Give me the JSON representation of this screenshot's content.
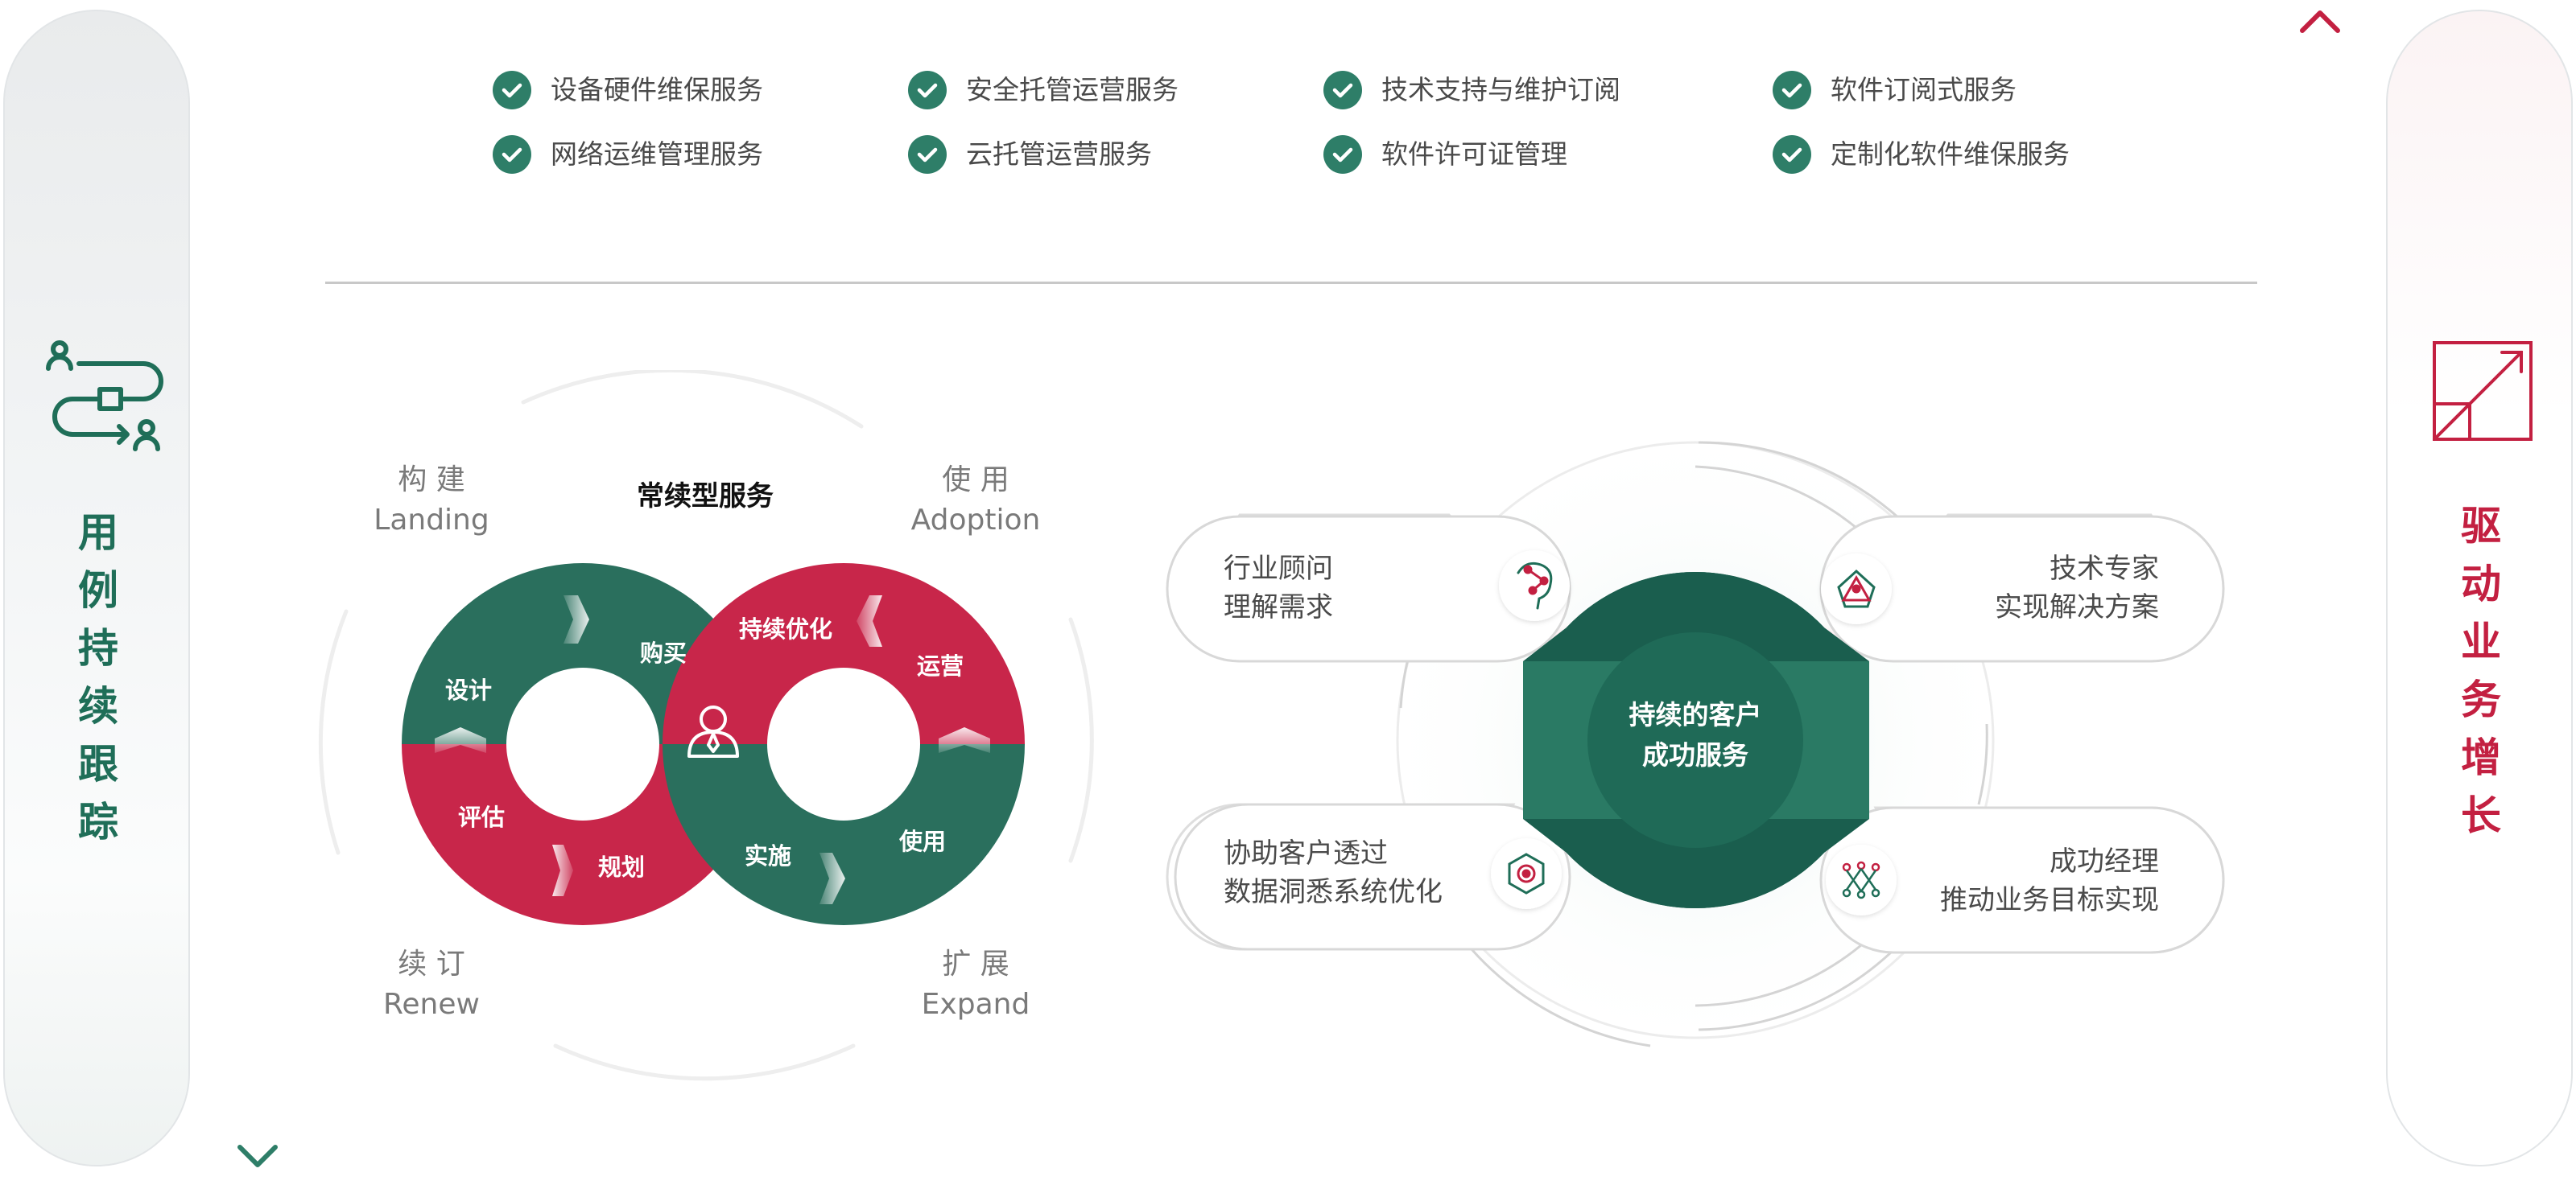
{
  "left_panel": {
    "title": [
      "用",
      "例",
      "持",
      "续",
      "跟",
      "踪"
    ],
    "icon": "workflow-users-icon",
    "color": "#1f6e58"
  },
  "right_panel": {
    "title": [
      "驱",
      "动",
      "业",
      "务",
      "增",
      "长"
    ],
    "icon": "growth-arrow-icon",
    "color": "#c32041"
  },
  "services": [
    [
      "设备硬件维保服务",
      "网络运维管理服务"
    ],
    [
      "安全托管运营服务",
      "云托管运营服务"
    ],
    [
      "技术支持与维护订阅",
      "软件许可证管理"
    ],
    [
      "软件订阅式服务",
      "定制化软件维保服务"
    ]
  ],
  "lifecycle": {
    "title": "常续型服务",
    "corners": {
      "top_left": {
        "zh": "构 建",
        "en": "Landing"
      },
      "top_right": {
        "zh": "使 用",
        "en": "Adoption"
      },
      "bottom_left": {
        "zh": "续 订",
        "en": "Renew"
      },
      "bottom_right": {
        "zh": "扩 展",
        "en": "Expand"
      }
    },
    "segments": {
      "design": "设计",
      "purchase": "购买",
      "evaluate": "评估",
      "plan": "规划",
      "optimize": "持续优化",
      "operate": "运营",
      "implement": "实施",
      "use": "使用"
    },
    "center_icon": "customer-user-icon",
    "colors": {
      "green": "#2a6f5d",
      "red": "#c8264a"
    }
  },
  "success_hub": {
    "center": [
      "持续的客户",
      "成功服务"
    ],
    "cards": {
      "top_left": {
        "lines": [
          "行业顾问",
          "理解需求"
        ],
        "icon": "brain-network-icon"
      },
      "top_right": {
        "lines": [
          "技术专家",
          "实现解决方案"
        ],
        "icon": "triangle-network-icon"
      },
      "bottom_left": {
        "lines": [
          "协助客户透过",
          "数据洞悉系统优化"
        ],
        "icon": "hexagon-data-icon"
      },
      "bottom_right": {
        "lines": [
          "成功经理",
          "推动业务目标实现"
        ],
        "icon": "node-graph-icon"
      }
    },
    "colors": {
      "dark": "#1a5e4e",
      "mid": "#2a7a64"
    }
  }
}
